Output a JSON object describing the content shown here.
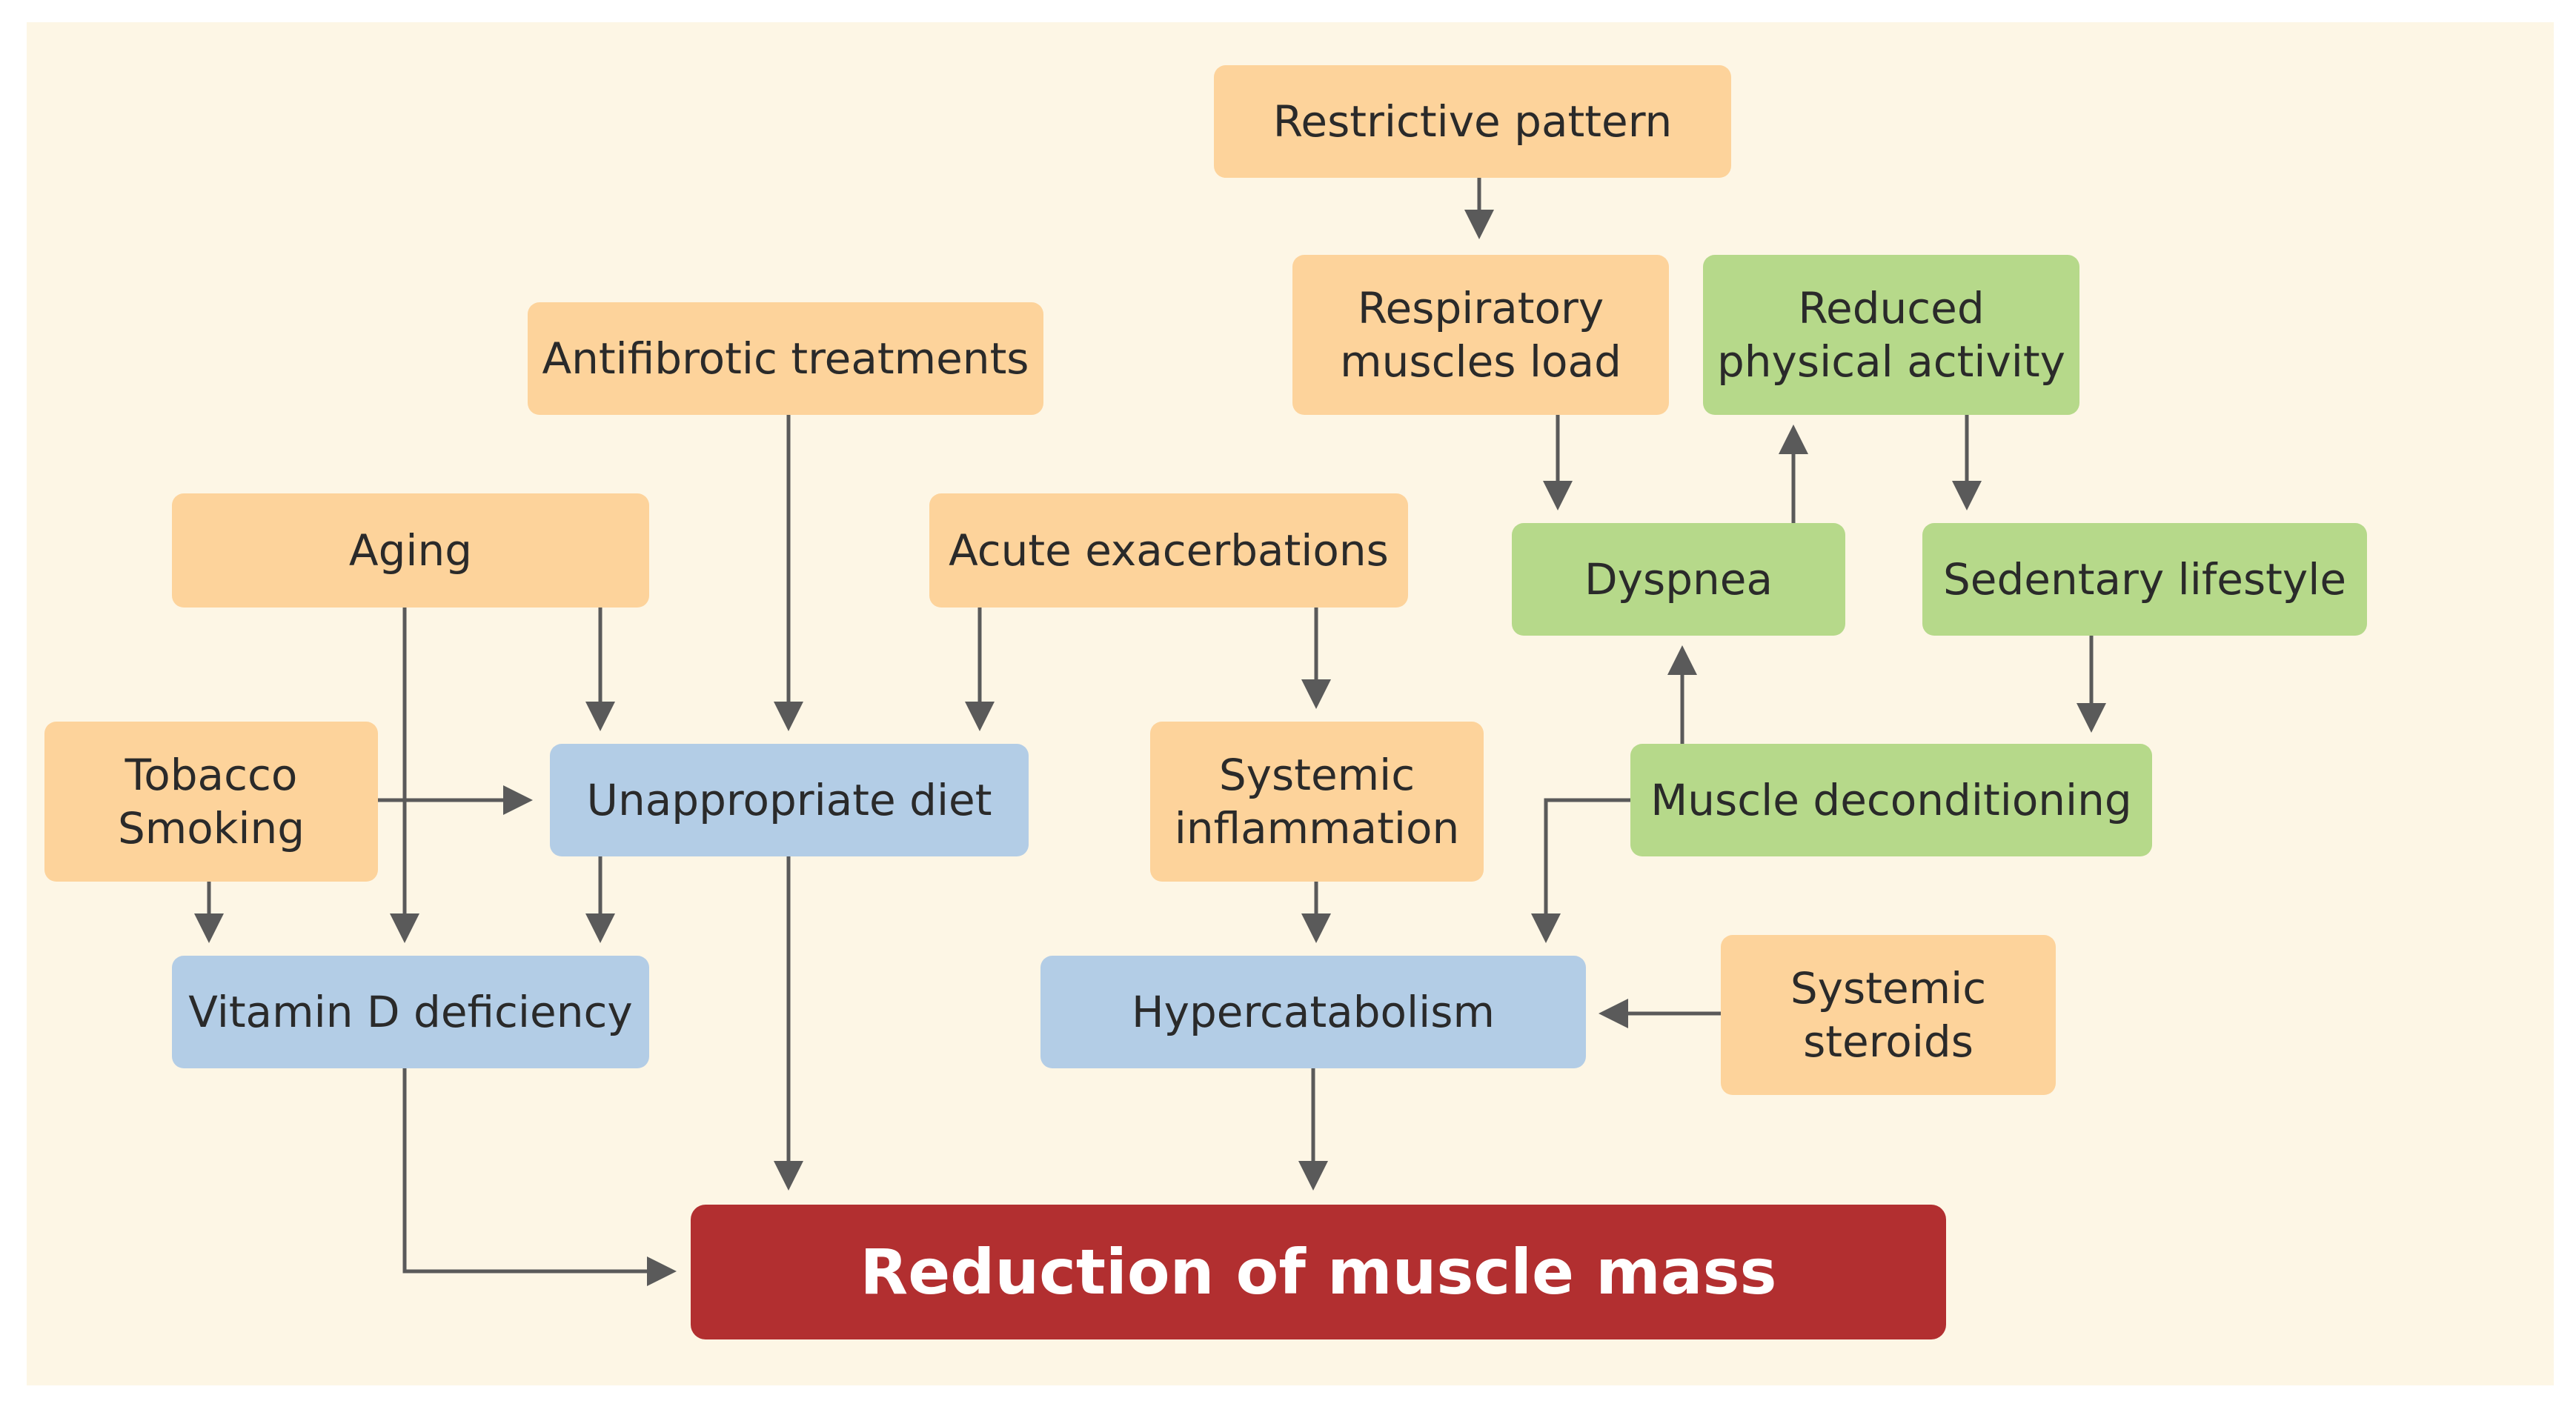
{
  "nodes": {
    "restrictive_pattern": "Restrictive pattern",
    "respiratory_muscles_load": "Respiratory\nmuscles load",
    "reduced_physical_activity": "Reduced\nphysical activity",
    "antifibrotic_treatments": "Antifibrotic treatments",
    "aging": "Aging",
    "acute_exacerbations": "Acute exacerbations",
    "dyspnea": "Dyspnea",
    "sedentary_lifestyle": "Sedentary lifestyle",
    "tobacco_smoking": "Tobacco\nSmoking",
    "unappropriate_diet": "Unappropriate diet",
    "systemic_inflammation": "Systemic\ninflammation",
    "muscle_deconditioning": "Muscle deconditioning",
    "vitamin_d_deficiency": "Vitamin D deficiency",
    "hypercatabolism": "Hypercatabolism",
    "systemic_steroids": "Systemic\nsteroids",
    "reduction_of_muscle_mass": "Reduction of muscle mass"
  },
  "colors": {
    "background": "#fdf6e5",
    "factor_orange": "#fdd39b",
    "mechanism_blue": "#b3cde6",
    "activity_green": "#b6d98a",
    "outcome_red": "#b22f30",
    "arrow": "#5a5a5a"
  }
}
